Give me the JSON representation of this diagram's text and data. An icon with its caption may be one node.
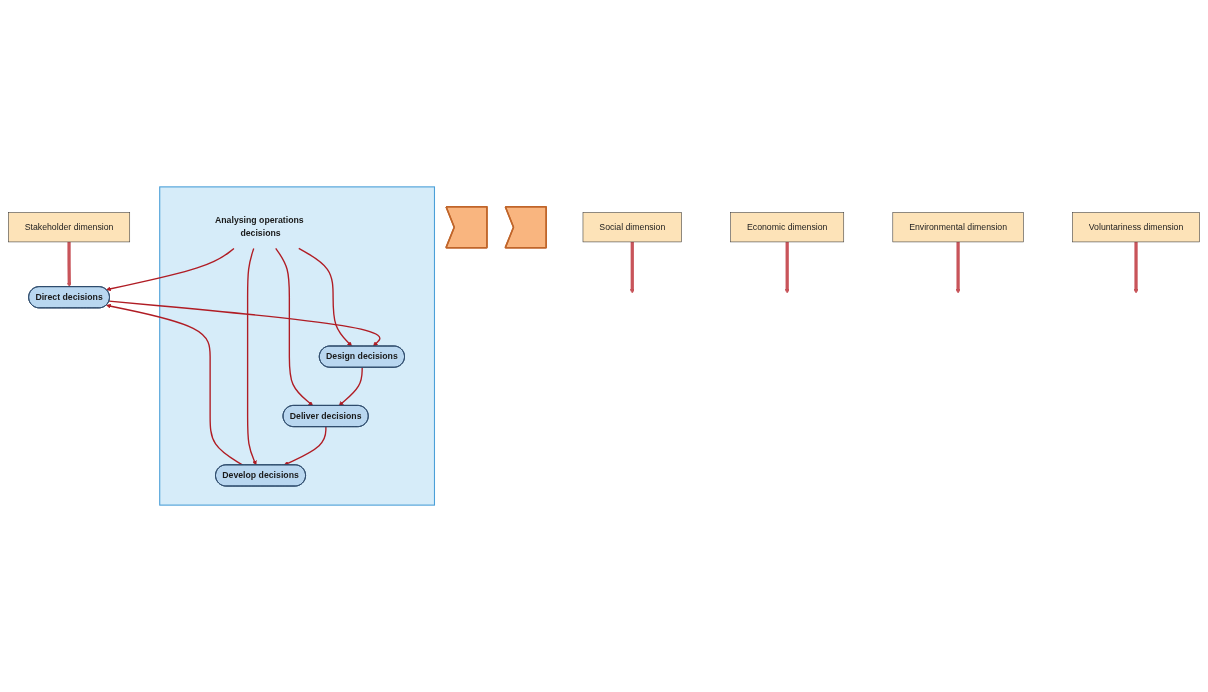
{
  "diagram": {
    "nodes": [
      {
        "text": [
          "Stakeholder dimension"
        ]
      },
      {
        "text": [
          "Social dimension"
        ]
      },
      {
        "text": [
          "Economic dimension"
        ]
      },
      {
        "text": [
          "Direct decisions"
        ]
      },
      {
        "text": [],
        "shape": "arrow"
      },
      {
        "text": [],
        "shape": "box"
      },
      {
        "text": [
          "Design decisions"
        ],
        "in": 5
      },
      {
        "text": [
          "Analysing operations decisions"
        ],
        "in": 5
      },
      {
        "text": [
          "Develop decisions"
        ],
        "in": 5
      },
      {
        "text": [
          "Deliver decisions"
        ],
        "in": 5
      },
      {
        "text": [],
        "shape": "arrow"
      },
      {
        "text": [
          "Environmental dimension"
        ]
      },
      {
        "text": [
          "Voluntariness dimension"
        ]
      }
    ],
    "edges": [
      {
        "from": 3,
        "to": 6,
        "arrow": "to"
      },
      {
        "from": 6,
        "to": 9,
        "arrow": "to"
      },
      {
        "from": 9,
        "to": 8,
        "arrow": "to"
      },
      {
        "from": 8,
        "to": 3,
        "arrow": "to"
      },
      {
        "from": 7,
        "to": 3,
        "arrow": "to"
      },
      {
        "from": 7,
        "to": 6,
        "arrow": "to"
      },
      {
        "from": 7,
        "to": 8,
        "arrow": "to"
      },
      {
        "from": 7,
        "to": 9,
        "arrow": "to"
      },
      {
        "from": 0,
        "to": 3,
        "arrow": "to",
        "style": "thick",
        "color": "#c8545a"
      },
      {
        "from": 1,
        "to": null,
        "arrow": "to",
        "style": "thick",
        "color": "#c8545a"
      },
      {
        "from": 2,
        "to": null,
        "arrow": "to",
        "style": "thick",
        "color": "#c8545a"
      },
      {
        "from": 11,
        "to": null,
        "arrow": "to",
        "style": "thick",
        "color": "#c8545a"
      },
      {
        "from": 12,
        "to": null,
        "arrow": "to",
        "style": "thick",
        "color": "#c8545a"
      }
    ]
  }
}
